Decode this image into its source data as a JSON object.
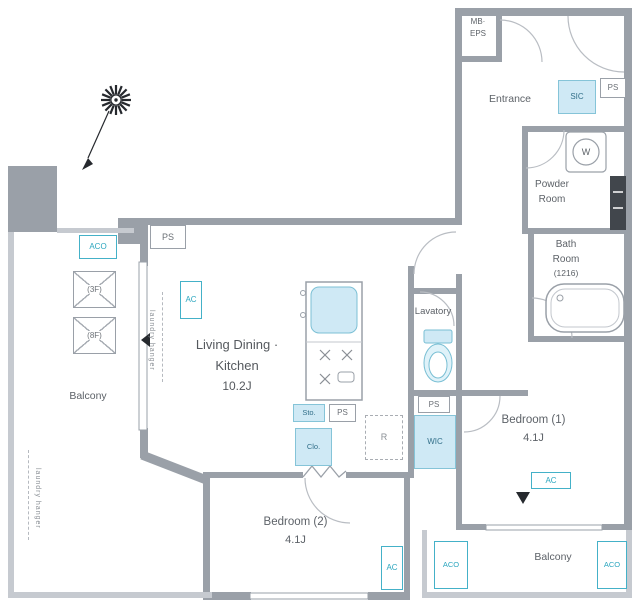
{
  "colors": {
    "wall": "#9aa0a8",
    "balcony_wall": "#c6cad0",
    "fixture_fill": "#cfe9f5",
    "fixture_border": "#85c4d8",
    "accent_teal": "#2ba6bf"
  },
  "rooms": {
    "ldk": {
      "line1": "Living Dining ·",
      "line2": "Kitchen",
      "size": "10.2J"
    },
    "bedroom1": {
      "name": "Bedroom (1)",
      "size": "4.1J"
    },
    "bedroom2": {
      "name": "Bedroom (2)",
      "size": "4.1J"
    },
    "entrance": {
      "name": "Entrance"
    },
    "powder": {
      "line1": "Powder",
      "line2": "Room"
    },
    "bath": {
      "line1": "Bath",
      "line2": "Room",
      "size": "(1216)"
    },
    "lavatory": {
      "name": "Lavatory"
    },
    "balcony": {
      "name": "Balcony"
    }
  },
  "labels": {
    "ps": "PS",
    "sic": "SIC",
    "wic": "WIC",
    "sto": "Sto.",
    "clo": "Clo.",
    "r": "R",
    "w": "W",
    "ac": "AC",
    "aco": "ACO",
    "mb": "MB·",
    "eps": "EPS",
    "hanger_3f": "(3F)",
    "hanger_8f": "(8F)",
    "laundry_hanger": "laundry hanger"
  }
}
